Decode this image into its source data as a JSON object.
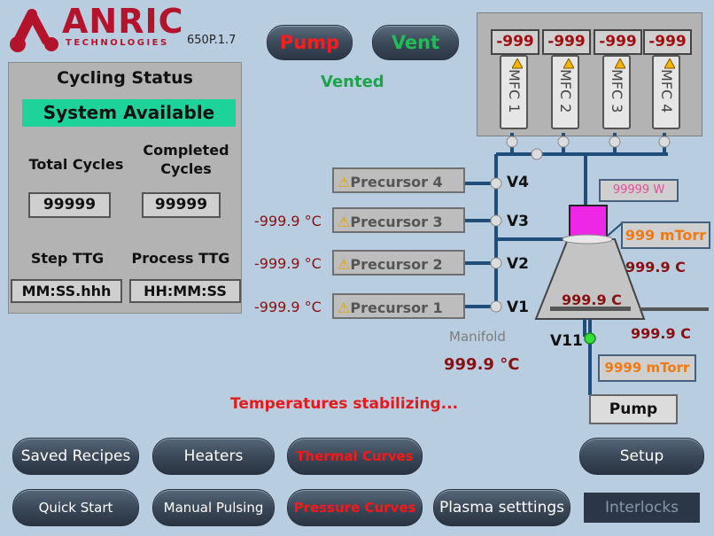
{
  "brand": {
    "name": "ANRIC",
    "tagline": "TECHNOLOGIES",
    "version": "650P.1.7"
  },
  "header_buttons": {
    "pump": "Pump",
    "vent": "Vent"
  },
  "system_state": "Vented",
  "cycling": {
    "title": "Cycling Status",
    "status": "System Available",
    "total_cycles_label": "Total Cycles",
    "completed_cycles_label": "Completed Cycles",
    "total_cycles": "99999",
    "completed_cycles": "99999",
    "step_ttg_label": "Step TTG",
    "process_ttg_label": "Process TTG",
    "step_ttg": "MM:SS.hhh",
    "process_ttg": "HH:MM:SS"
  },
  "mfcs": [
    {
      "name": "MFC 1",
      "reading": "-999"
    },
    {
      "name": "MFC 2",
      "reading": "-999"
    },
    {
      "name": "MFC 3",
      "reading": "-999"
    },
    {
      "name": "MFC 4",
      "reading": "-999"
    }
  ],
  "precursors": [
    {
      "name": "Precursor 4",
      "temp": "",
      "valve": "V4"
    },
    {
      "name": "Precursor 3",
      "temp": "-999.9 °C",
      "valve": "V3"
    },
    {
      "name": "Precursor 2",
      "temp": "-999.9 °C",
      "valve": "V2"
    },
    {
      "name": "Precursor 1",
      "temp": "-999.9 °C",
      "valve": "V1"
    }
  ],
  "chamber": {
    "plasma_power": "99999 W",
    "pressure": "999 mTorr",
    "wall_temp": "999.9 C",
    "stage_temp": "999.9 C",
    "lower_temp": "999.9 C",
    "foreline_valve": "V11",
    "foreline_pressure": "9999 mTorr",
    "pump_label": "Pump"
  },
  "manifold": {
    "label": "Manifold",
    "temp": "999.9 °C"
  },
  "status_message": "Temperatures stabilizing...",
  "buttons": {
    "saved_recipes": "Saved Recipes",
    "heaters": "Heaters",
    "thermal_curves": "Thermal Curves",
    "setup": "Setup",
    "quick_start": "Quick Start",
    "manual_pulsing": "Manual Pulsing",
    "pressure_curves": "Pressure Curves",
    "plasma_settings": "Plasma setttings",
    "interlocks": "Interlocks"
  },
  "colors": {
    "brand_red": "#b3142c",
    "accent_green": "#1dd39a",
    "pipe_blue": "#1f4e7a",
    "alert_red": "#ff1616"
  }
}
